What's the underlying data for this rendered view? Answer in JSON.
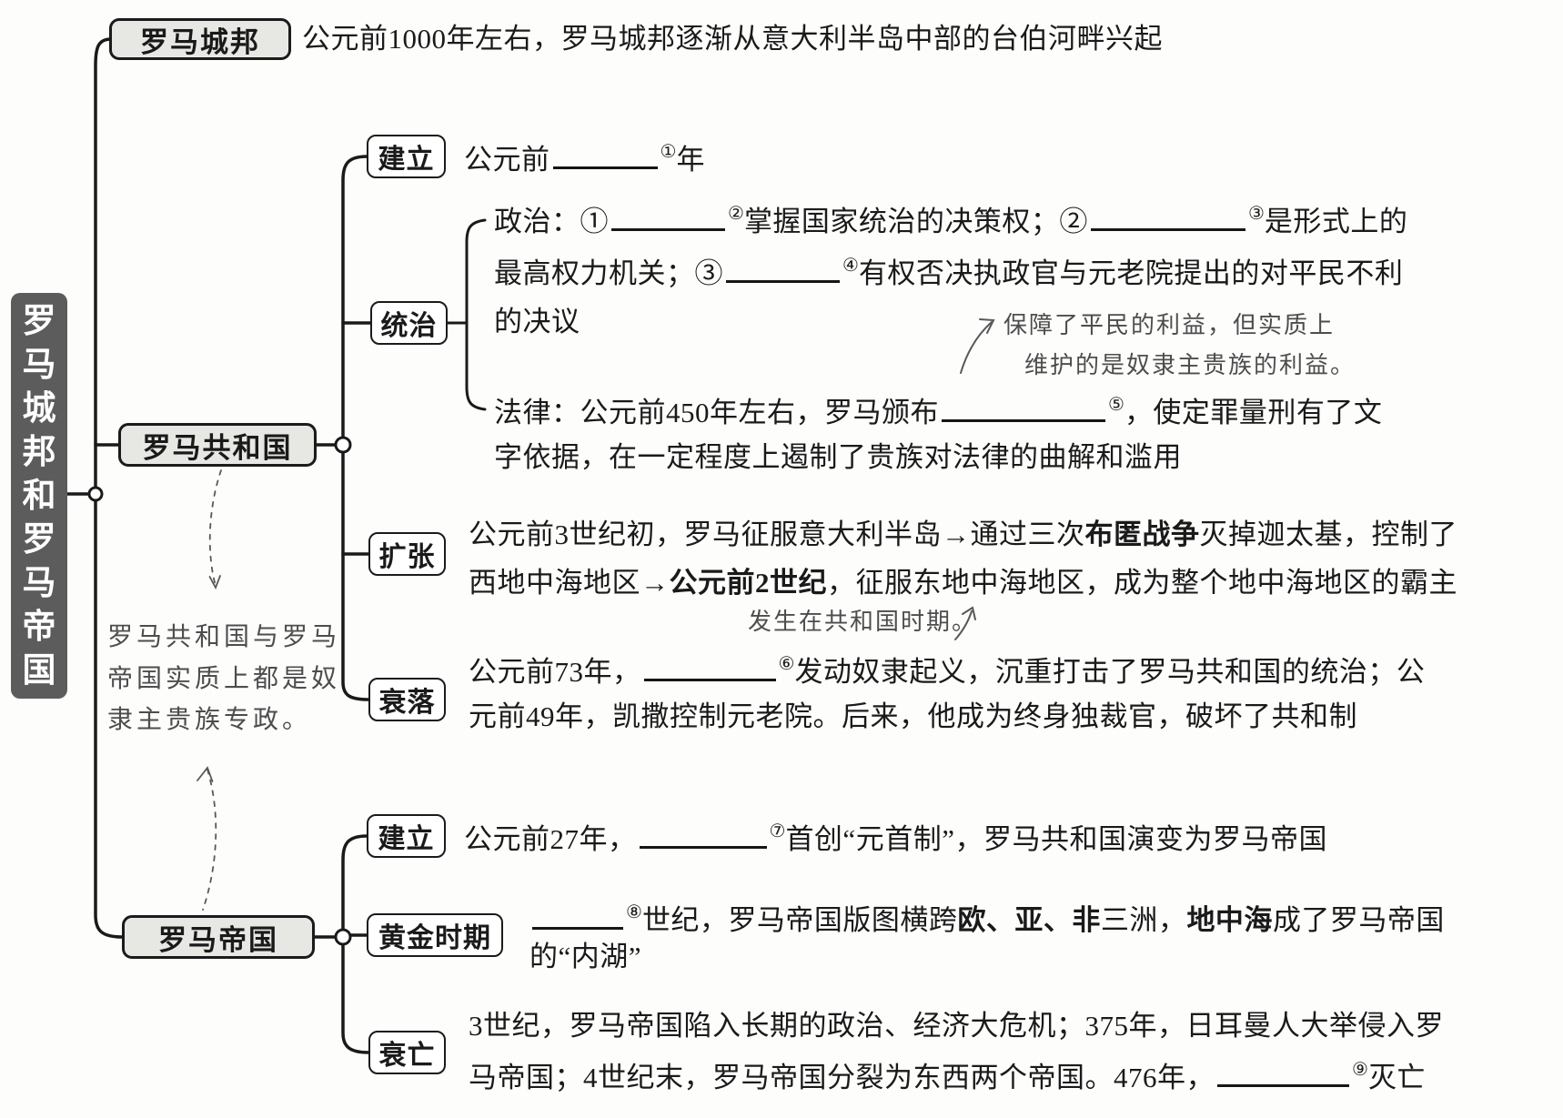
{
  "root": {
    "label": "罗马城邦和罗马帝国"
  },
  "city_state": {
    "label": "罗马城邦",
    "desc": [
      {
        "t": "公元前1000年左右，罗马城邦逐渐从意大利半岛中部的台伯河畔兴起"
      }
    ]
  },
  "republic": {
    "label": "罗马共和国",
    "founding": {
      "label": "建立",
      "line1": [
        {
          "t": "公元前"
        },
        {
          "blank": 115
        },
        {
          "sup": "①"
        },
        {
          "t": "年"
        }
      ]
    },
    "rule": {
      "label": "统治",
      "politics_line1": [
        {
          "t": "政治：①"
        },
        {
          "blank": 125
        },
        {
          "sup": "②"
        },
        {
          "t": "掌握国家统治的决策权；②"
        },
        {
          "blank": 170
        },
        {
          "sup": "③"
        },
        {
          "t": "是形式上的"
        }
      ],
      "politics_line2": [
        {
          "t": "最高权力机关；③"
        },
        {
          "blank": 125
        },
        {
          "sup": "④"
        },
        {
          "t": "有权否决执政官与元老院提出的对平民不利"
        }
      ],
      "politics_line3": [
        {
          "t": "的决议"
        }
      ],
      "law_line1": [
        {
          "t": "法律：公元前450年左右，罗马颁布"
        },
        {
          "blank": 180
        },
        {
          "sup": "⑤"
        },
        {
          "t": "，使定罪量刑有了文"
        }
      ],
      "law_line2": [
        {
          "t": "字依据，在一定程度上遏制了贵族对法律的曲解和滥用"
        }
      ],
      "margin_note_line1": "保障了平民的利益，但实质上",
      "margin_note_line2": "维护的是奴隶主贵族的利益。"
    },
    "expansion": {
      "label": "扩张",
      "line1": [
        {
          "t": "公元前3世纪初，罗马征服意大利半岛→通过三次"
        },
        {
          "t": "布匿战争",
          "b": true
        },
        {
          "t": "灭掉迦太基，控制了"
        }
      ],
      "line2": [
        {
          "t": "西地中海地区→"
        },
        {
          "t": "公元前2世纪",
          "b": true
        },
        {
          "t": "，征服东地中海地区，成为整个地中海地区的霸主"
        }
      ],
      "margin_note": "发生在共和国时期。"
    },
    "decline": {
      "label": "衰落",
      "line1": [
        {
          "t": "公元前73年，"
        },
        {
          "blank": 145
        },
        {
          "sup": "⑥"
        },
        {
          "t": "发动奴隶起义，沉重打击了罗马共和国的统治；公"
        }
      ],
      "line2": [
        {
          "t": "元前49年，凯撒控制元老院。后来，他成为终身独裁官，破坏了共和制"
        }
      ]
    }
  },
  "left_margin_note": {
    "line1": "罗马共和国与罗马",
    "line2": "帝国实质上都是奴",
    "line3": "隶主贵族专政。"
  },
  "empire": {
    "label": "罗马帝国",
    "founding": {
      "label": "建立",
      "line1": [
        {
          "t": "公元前27年，"
        },
        {
          "blank": 140
        },
        {
          "sup": "⑦"
        },
        {
          "t": "首创“元首制”，罗马共和国演变为罗马帝国"
        }
      ]
    },
    "golden_age": {
      "label": "黄金时期",
      "line1": [
        {
          "blank": 100
        },
        {
          "sup": "⑧"
        },
        {
          "t": "世纪，罗马帝国版图横跨"
        },
        {
          "t": "欧、亚、非",
          "b": true
        },
        {
          "t": "三洲，"
        },
        {
          "t": "地中海",
          "b": true
        },
        {
          "t": "成了罗马帝国"
        }
      ],
      "line2": [
        {
          "t": "的“内湖”"
        }
      ]
    },
    "fall": {
      "label": "衰亡",
      "line1": [
        {
          "t": "3世纪，罗马帝国陷入长期的政治、经济大危机；375年，日耳曼人大举侵入罗"
        }
      ],
      "line2": [
        {
          "t": "马帝国；4世纪末，罗马帝国分裂为东西两个帝国。476年，"
        },
        {
          "blank": 145
        },
        {
          "sup": "⑨"
        },
        {
          "t": "灭亡"
        }
      ]
    }
  }
}
